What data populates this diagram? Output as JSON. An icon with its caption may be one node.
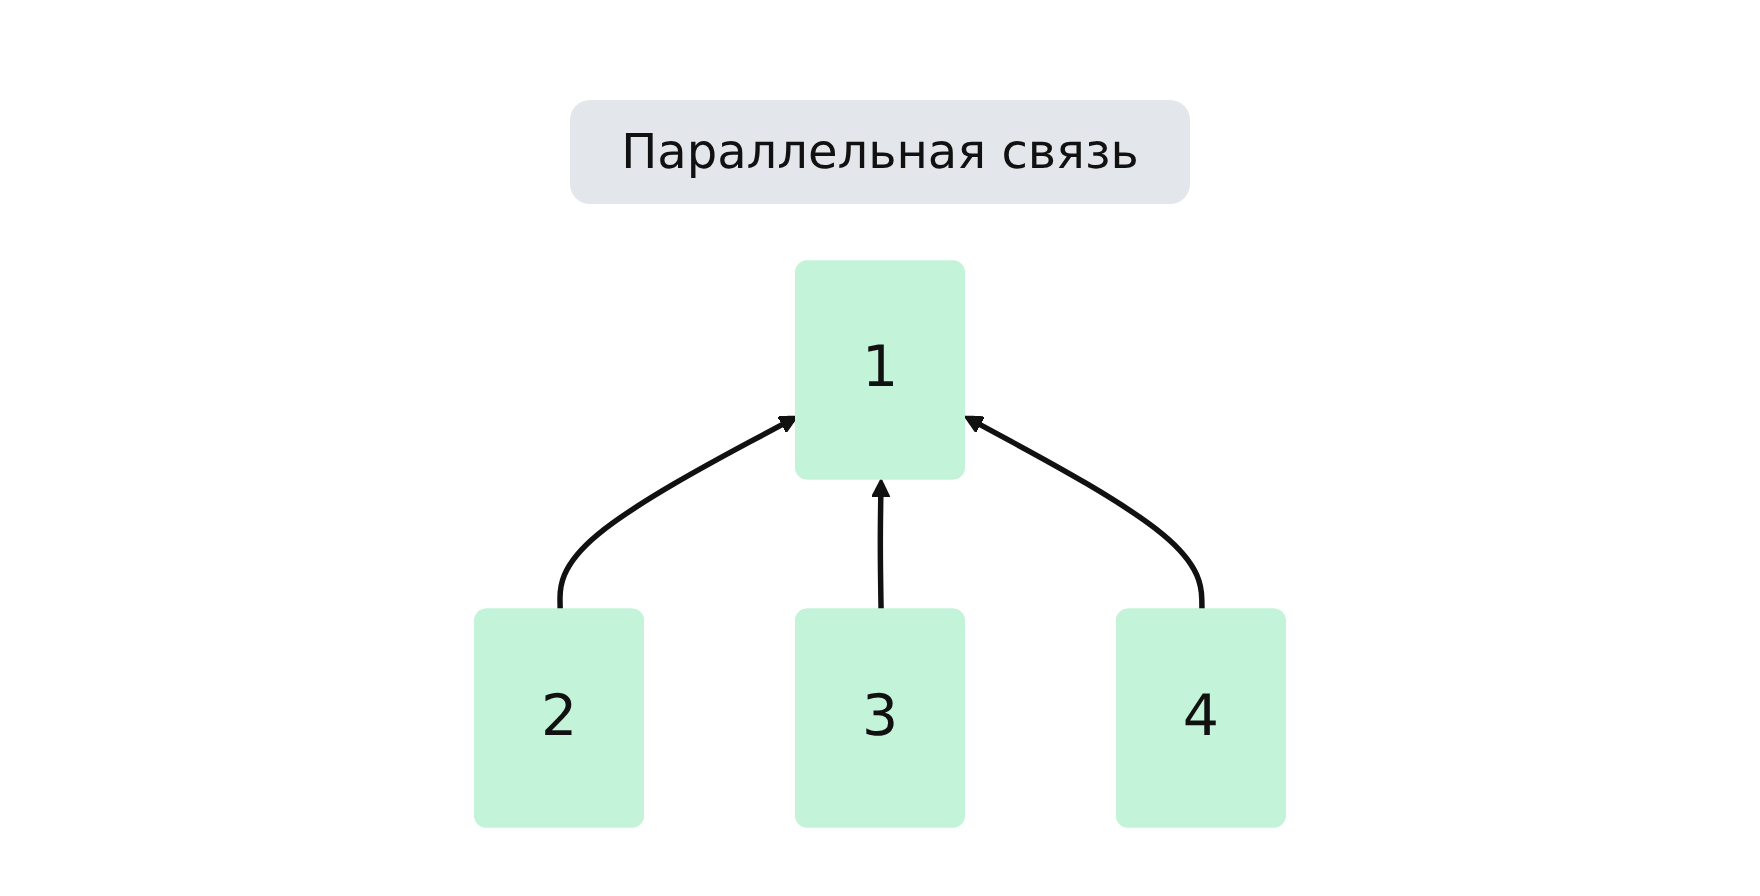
{
  "diagram": {
    "title": "Параллельная связь",
    "nodes": [
      {
        "text": [
          "1"
        ]
      },
      {
        "text": [
          "2"
        ]
      },
      {
        "text": [
          "3"
        ]
      },
      {
        "text": [
          "4"
        ]
      }
    ],
    "edges": [
      {
        "from": 1,
        "to": 0,
        "arrow": "to"
      },
      {
        "from": 2,
        "to": 0,
        "arrow": "to"
      },
      {
        "from": 3,
        "to": 0,
        "arrow": "to"
      }
    ]
  }
}
